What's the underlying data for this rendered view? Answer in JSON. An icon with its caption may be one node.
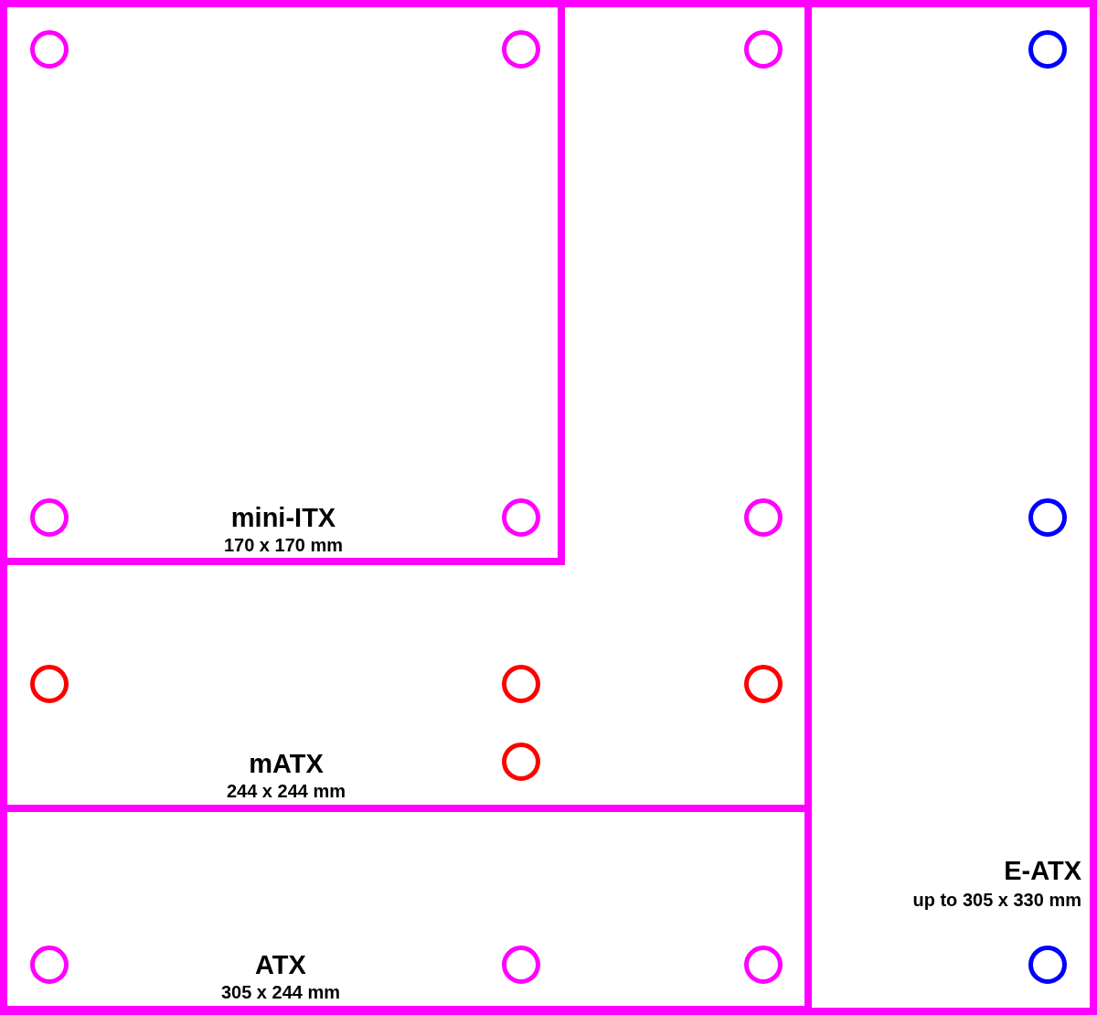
{
  "diagram": {
    "nodes": [
      {
        "text": [
          "E-ATX",
          "up to 305 x 330 mm"
        ]
      },
      {
        "text": [
          "ATX",
          "305 x 244 mm"
        ],
        "in": 0
      },
      {
        "text": [
          "mATX",
          "244 x 244 mm"
        ],
        "in": 1
      },
      {
        "text": [
          "mini-ITX",
          "170 x 170 mm"
        ],
        "in": 2
      }
    ]
  }
}
